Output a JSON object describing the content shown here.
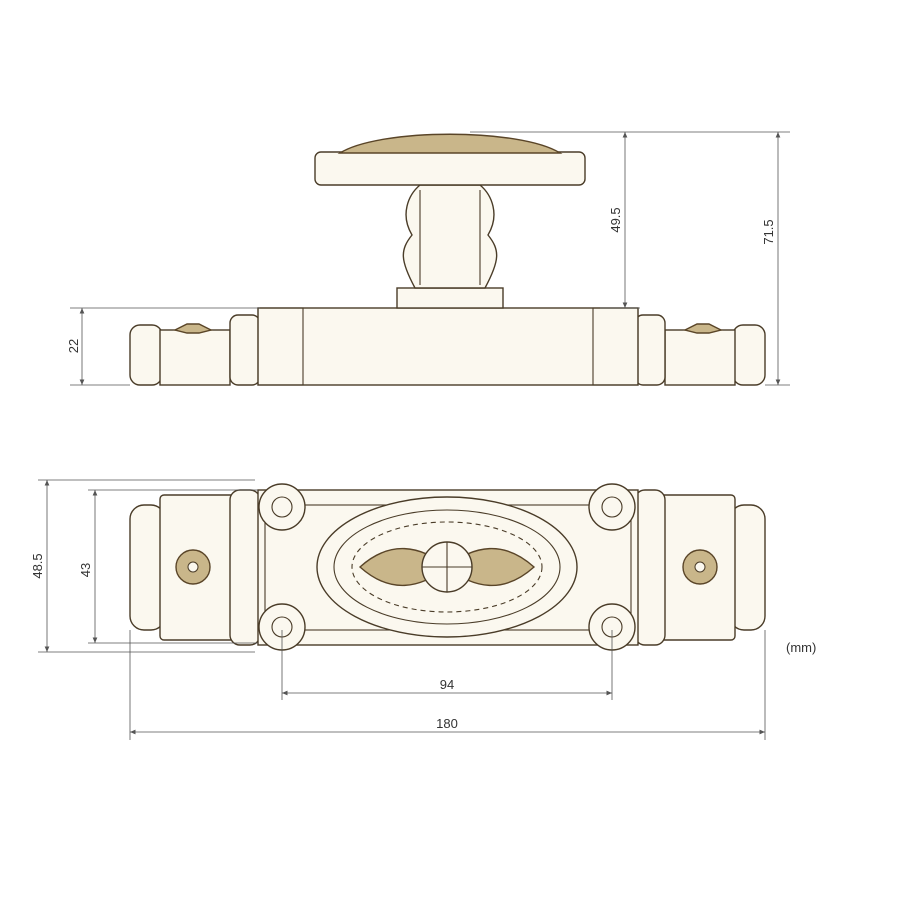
{
  "drawing": {
    "unit_label": "(mm)",
    "colors": {
      "line": "#4a3c28",
      "fill": "#fbf8ef",
      "ornament": "#c9b68a"
    },
    "dimensions": {
      "knob_height": "49.5",
      "total_height": "71.5",
      "base_height": "22",
      "outer_width": "48.5",
      "plate_width": "43",
      "hole_spacing": "94",
      "total_length": "180"
    }
  }
}
